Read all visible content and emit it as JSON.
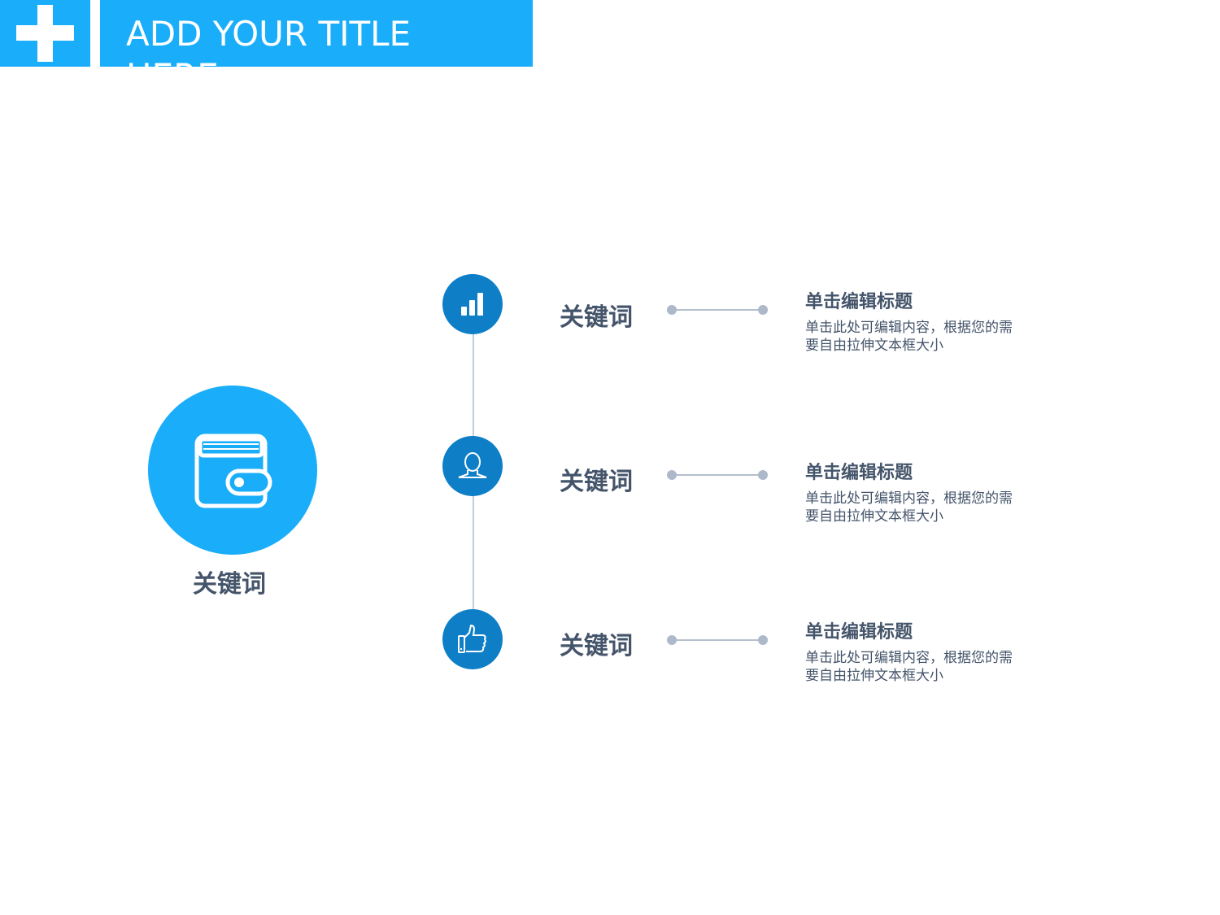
{
  "header": {
    "title": "ADD YOUR TITLE HERE",
    "icon": "plus-icon"
  },
  "colors": {
    "accent": "#1aadfa",
    "node": "#0e7fc7",
    "text": "#44546a",
    "line": "#adb9ca"
  },
  "center": {
    "label": "关键词",
    "icon": "wallet-icon"
  },
  "items": [
    {
      "icon": "bar-chart-icon",
      "keyword": "关键词",
      "heading": "单击编辑标题",
      "body": "单击此处可编辑内容，根据您的需要自由拉伸文本框大小"
    },
    {
      "icon": "user-icon",
      "keyword": "关键词",
      "heading": "单击编辑标题",
      "body": "单击此处可编辑内容，根据您的需要自由拉伸文本框大小"
    },
    {
      "icon": "thumbs-up-icon",
      "keyword": "关键词",
      "heading": "单击编辑标题",
      "body": "单击此处可编辑内容，根据您的需要自由拉伸文本框大小"
    }
  ]
}
